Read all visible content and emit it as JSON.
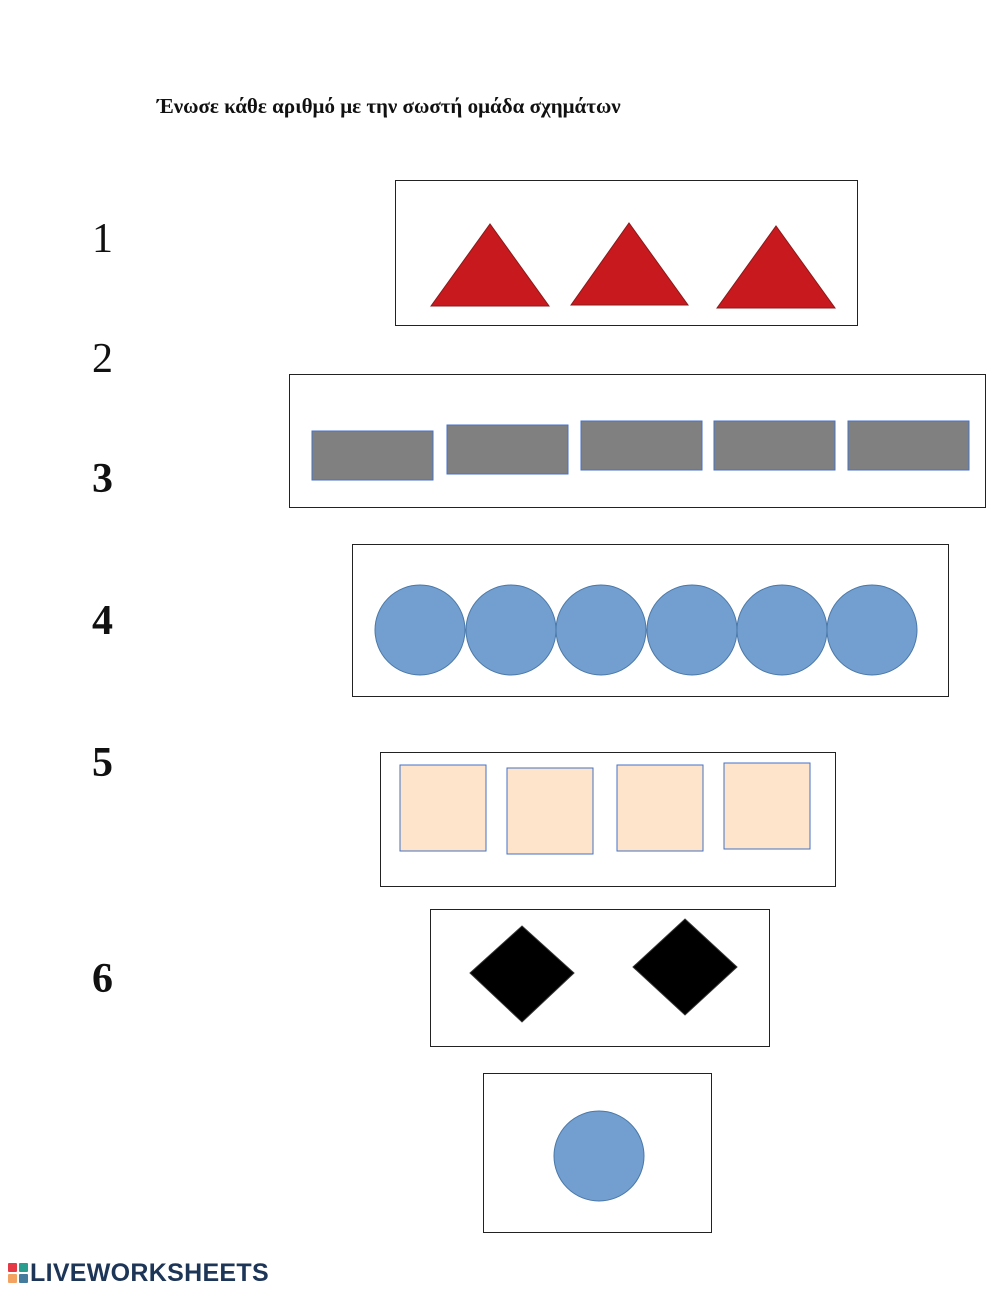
{
  "worksheet": {
    "instruction": "Ένωσε κάθε αριθμό με την σωστή ομάδα σχημάτων",
    "numbers": [
      {
        "label": "1",
        "bold": false
      },
      {
        "label": "2",
        "bold": false
      },
      {
        "label": "3",
        "bold": true
      },
      {
        "label": "4",
        "bold": true
      },
      {
        "label": "5",
        "bold": true
      },
      {
        "label": "6",
        "bold": true
      }
    ],
    "groups": [
      {
        "shape": "triangle",
        "count": 3,
        "color": "#c8191f"
      },
      {
        "shape": "rectangle",
        "count": 5,
        "color": "#808080"
      },
      {
        "shape": "circle",
        "count": 6,
        "color": "#729fcf"
      },
      {
        "shape": "square",
        "count": 4,
        "color": "#fde4ca"
      },
      {
        "shape": "diamond",
        "count": 2,
        "color": "#000000"
      },
      {
        "shape": "circle",
        "count": 1,
        "color": "#729fcf"
      }
    ]
  },
  "footer": {
    "brand": "LIVEWORKSHEETS",
    "logo_colors": [
      "#e63946",
      "#2a9d8f",
      "#f4a261",
      "#457b9d"
    ]
  }
}
